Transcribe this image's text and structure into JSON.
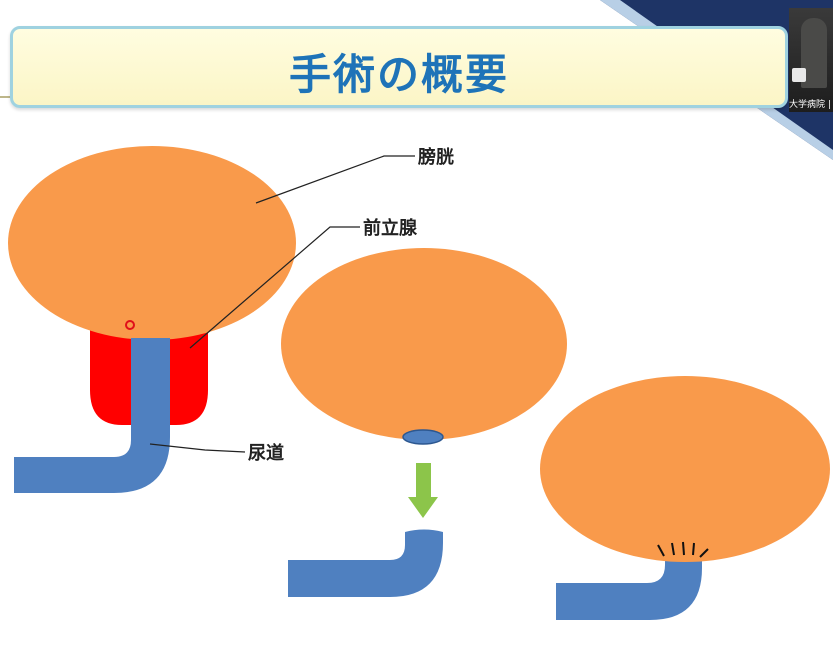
{
  "slide": {
    "title": "手術の概要"
  },
  "labels": {
    "bladder": "膀胱",
    "prostate": "前立腺",
    "urethra": "尿道"
  },
  "camera": {
    "label": "大学病院 |"
  },
  "colors": {
    "bladder": "#f99a4b",
    "prostate": "#ff0000",
    "urethra": "#4f80c0",
    "arrow": "#8cc54a",
    "title_text": "#1e73b8",
    "title_border": "#9fd2e0",
    "title_fill": "#fdf9d0",
    "corner_navy": "#1e3466"
  }
}
